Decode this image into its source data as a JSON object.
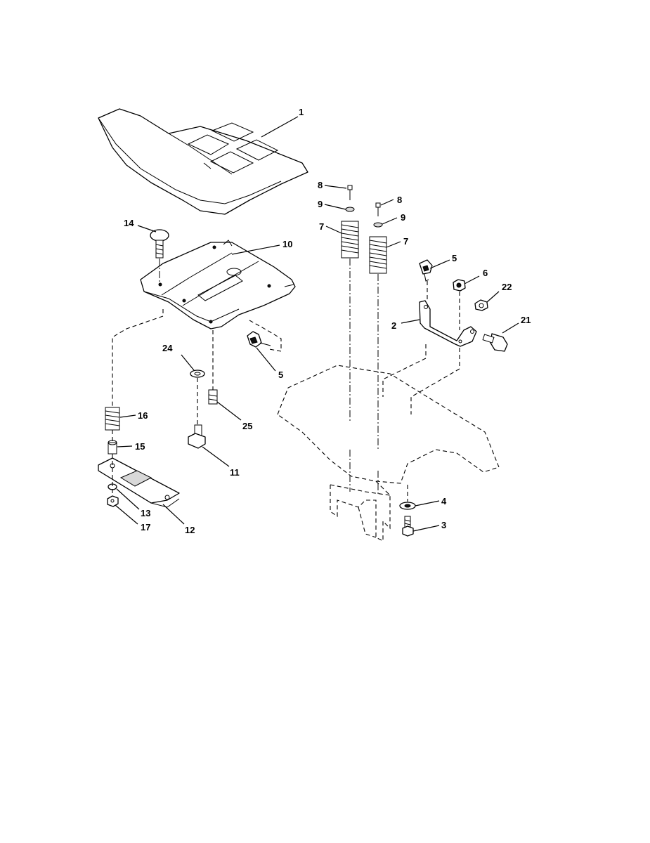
{
  "diagram": {
    "callouts": {
      "seat": "1",
      "seat_pan": "10",
      "carriage_bolt": "14",
      "spring_left": "7",
      "spring_right": "7",
      "bolt_left": "8",
      "bolt_right": "8",
      "washer_left": "9",
      "washer_right": "9",
      "knob_upper": "5",
      "knob_lower": "5",
      "nut": "6",
      "flange_nut": "22",
      "bracket": "2",
      "shoulder_bolt": "21",
      "washer_24": "24",
      "bolt_25": "25",
      "spring_16": "16",
      "spacer_15": "15",
      "knob_11": "11",
      "slide_plate": "12",
      "washer_13": "13",
      "nut_17": "17",
      "washer_4": "4",
      "bolt_3": "3"
    }
  }
}
